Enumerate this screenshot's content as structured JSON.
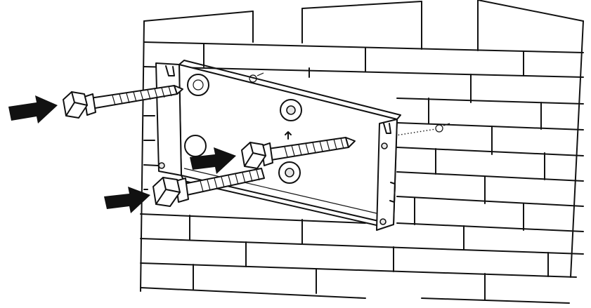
{
  "figure": {
    "labels": [],
    "parts": {
      "wall": "brick-wall",
      "bracket": "mounting-bracket",
      "fasteners": [
        "lag-screw-upper-left",
        "lag-screw-middle",
        "lag-screw-lower-left"
      ],
      "arrows": [
        "arrow-upper-left",
        "arrow-middle",
        "arrow-lower-left"
      ]
    },
    "colors": {
      "line": "#111111",
      "fill": "#ffffff",
      "shade": "#e6e6e6",
      "arrow": "#111111"
    }
  }
}
